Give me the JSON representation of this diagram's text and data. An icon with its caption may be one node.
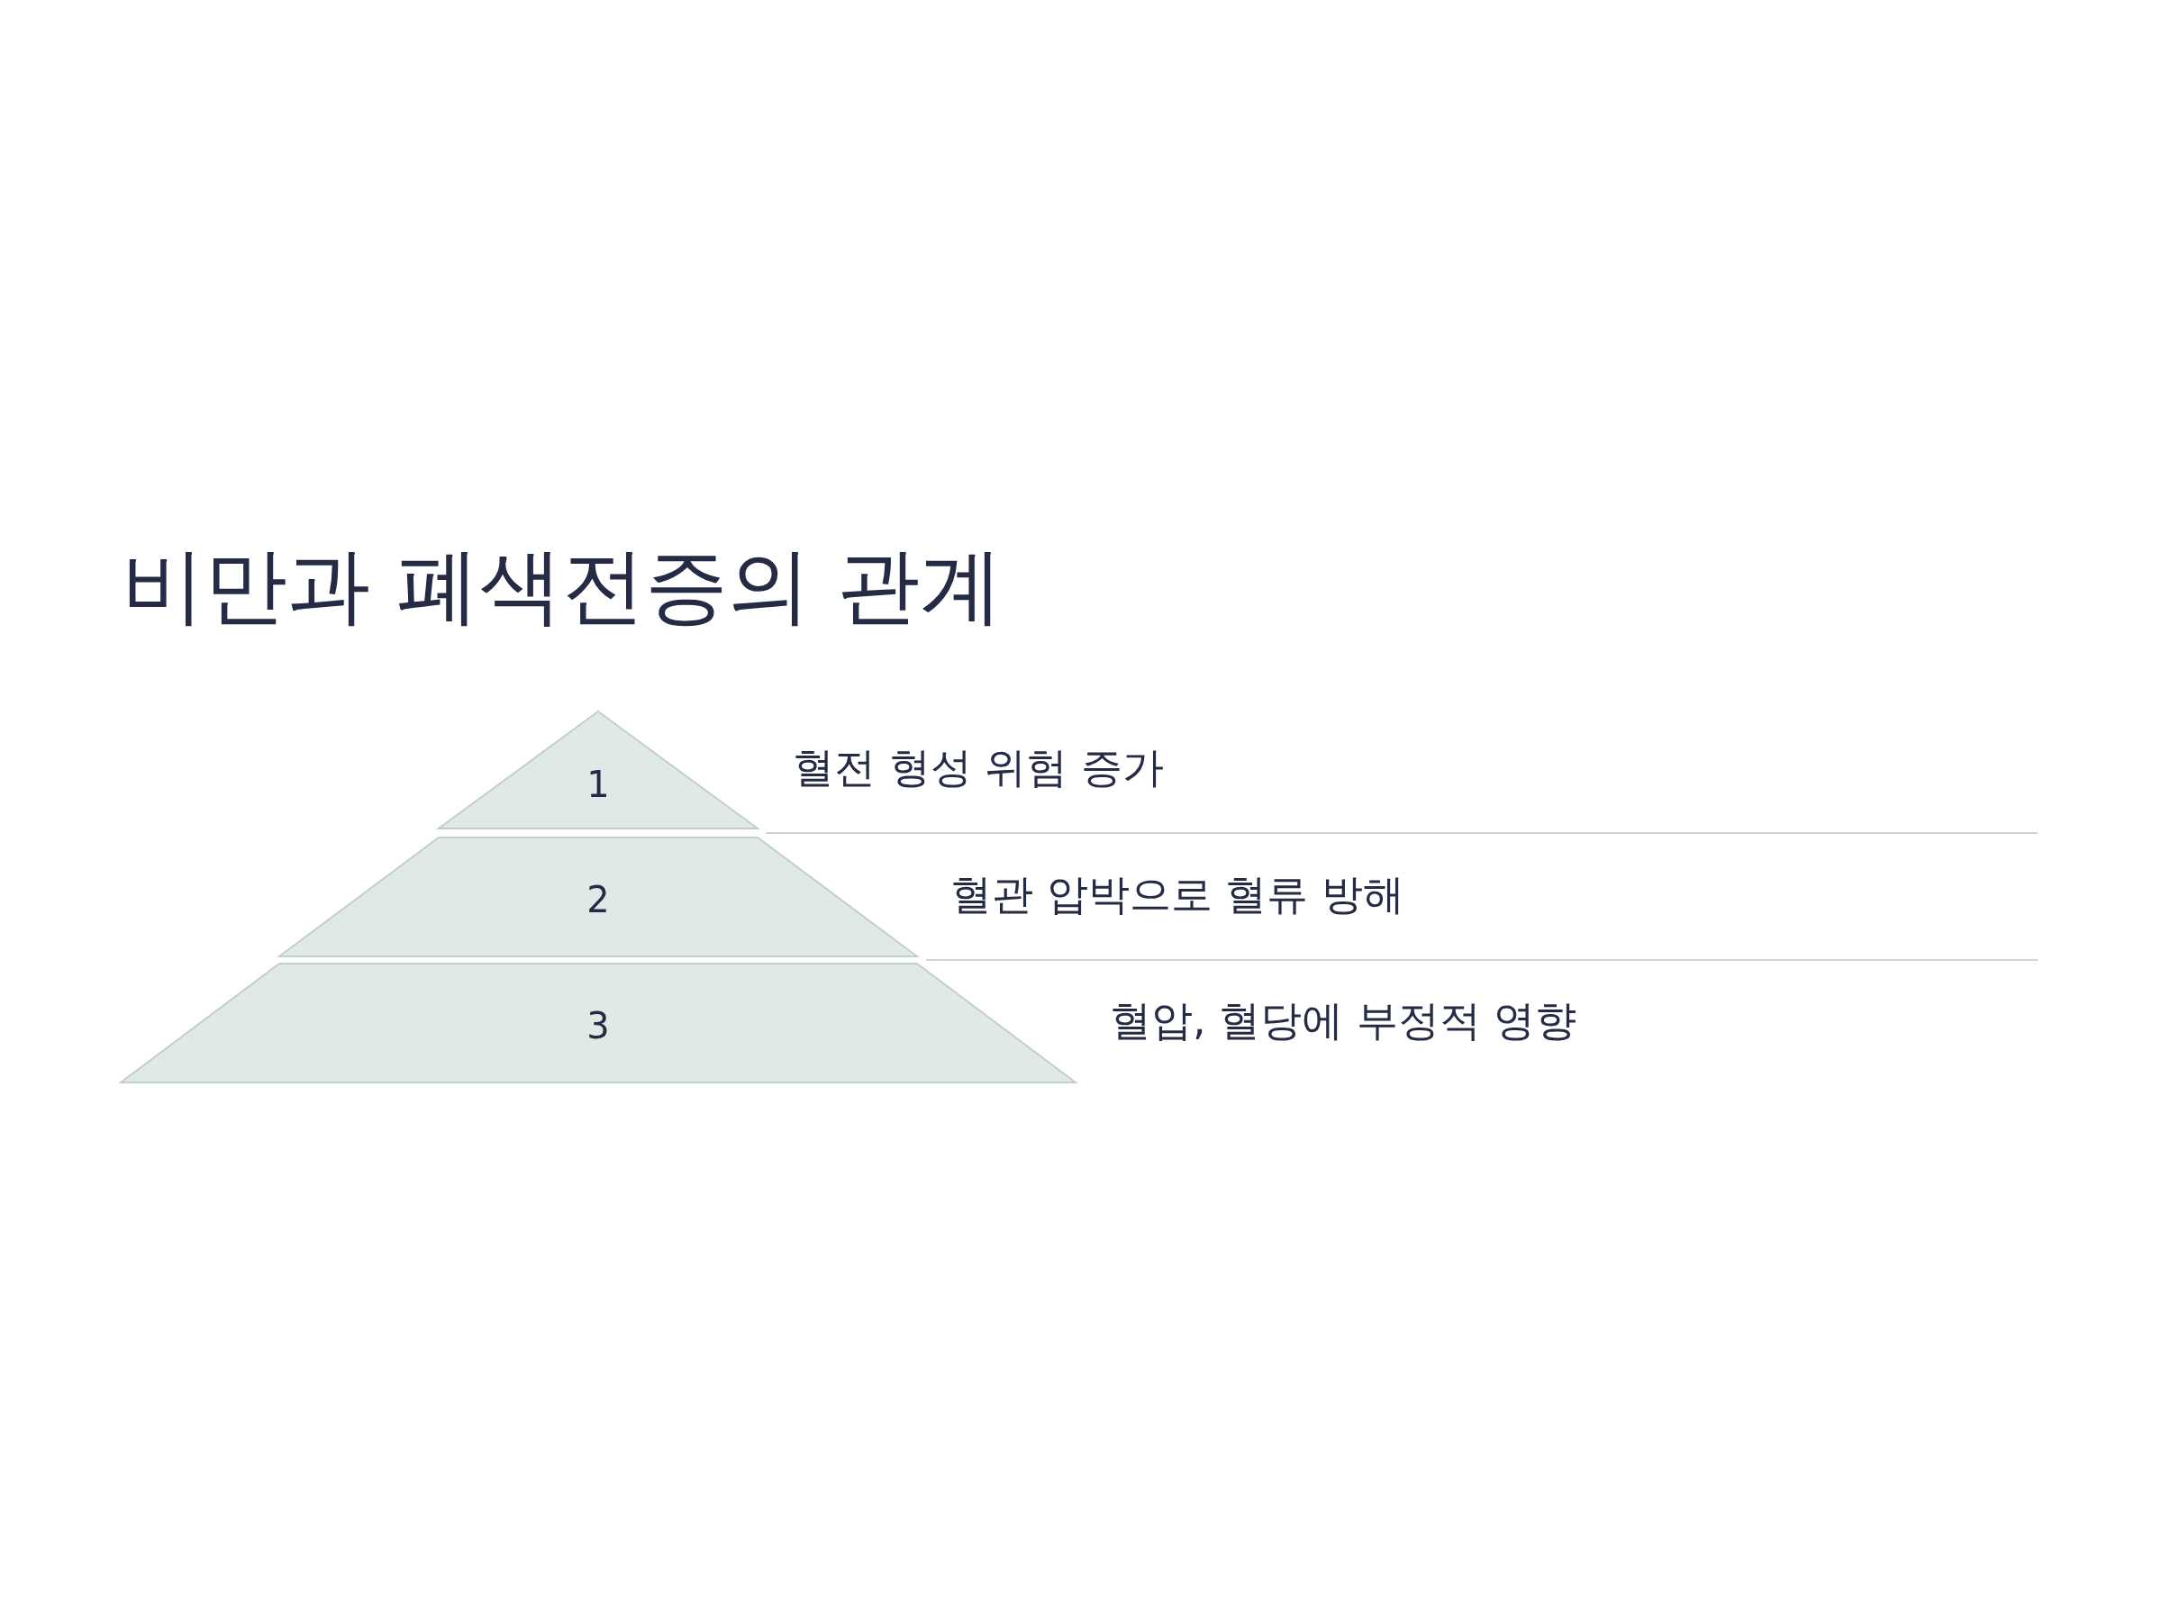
{
  "diagram": {
    "title": "비만과 폐색전증의 관계",
    "nodes": [
      {
        "text": [
          "1"
        ],
        "beside": [
          "혈전 형성 위험 증가"
        ]
      },
      {
        "text": [
          "2"
        ],
        "beside": [
          "혈관 압박으로 혈류 방해"
        ]
      },
      {
        "text": [
          "3"
        ],
        "beside": [
          "혈압, 혈당에 부정적 영향"
        ]
      }
    ],
    "edges": []
  }
}
